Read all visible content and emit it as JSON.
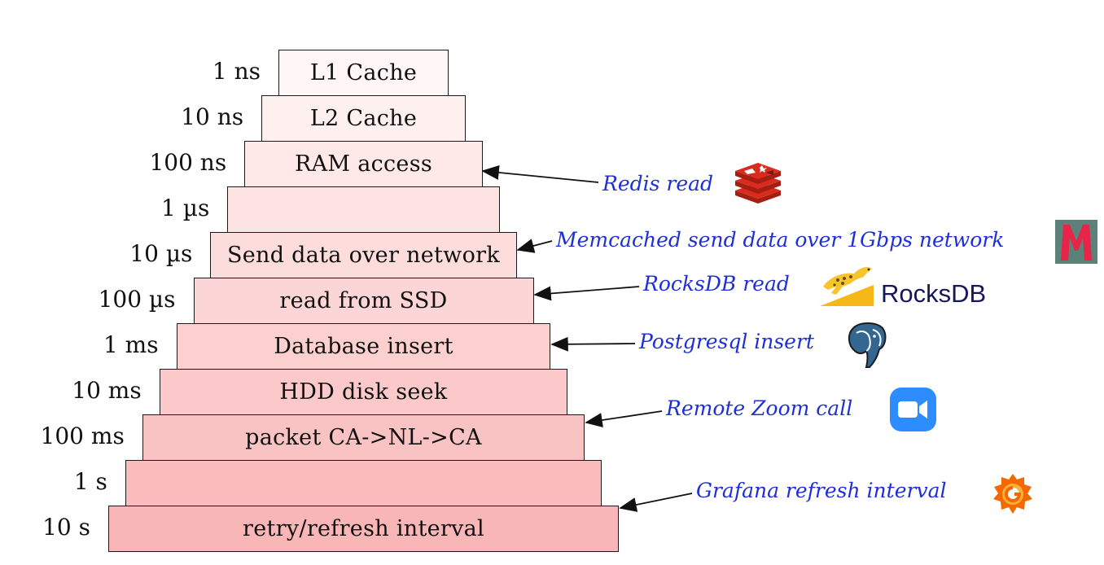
{
  "colors": {
    "annotation": "#1f2fd6",
    "tier_top": "#fff6f5",
    "tier_bottom": "#f9b6b6",
    "border": "#1a1a1a",
    "redis": "#d82c20",
    "memcached_bg": "#5b8178",
    "memcached_letter": "#e8244a",
    "rocksdb_text": "#16165c",
    "rocksdb_cheetah": "#f5b818",
    "postgres": "#336791",
    "zoom": "#2d8cff",
    "grafana": "#f46800"
  },
  "tiers": [
    {
      "latency": "1 ns",
      "label": "L1 Cache"
    },
    {
      "latency": "10 ns",
      "label": "L2 Cache"
    },
    {
      "latency": "100 ns",
      "label": "RAM access"
    },
    {
      "latency": "1 µs",
      "label": ""
    },
    {
      "latency": "10 µs",
      "label": "Send data over network"
    },
    {
      "latency": "100 µs",
      "label": "read from SSD"
    },
    {
      "latency": "1 ms",
      "label": "Database insert"
    },
    {
      "latency": "10 ms",
      "label": "HDD disk seek"
    },
    {
      "latency": "100 ms",
      "label": "packet CA->NL->CA"
    },
    {
      "latency": "1 s",
      "label": ""
    },
    {
      "latency": "10 s",
      "label": "retry/refresh interval"
    }
  ],
  "annotations": [
    {
      "text": "Redis read",
      "logo": "redis-icon"
    },
    {
      "text": "Memcached send data over 1Gbps network",
      "logo": "memcached-icon"
    },
    {
      "text": "RocksDB read",
      "logo": "rocksdb-cheetah-icon",
      "brand": "RocksDB"
    },
    {
      "text": "Postgresql insert",
      "logo": "postgresql-elephant-icon"
    },
    {
      "text": "Remote Zoom call",
      "logo": "zoom-camera-icon"
    },
    {
      "text": "Grafana refresh interval",
      "logo": "grafana-icon"
    }
  ]
}
